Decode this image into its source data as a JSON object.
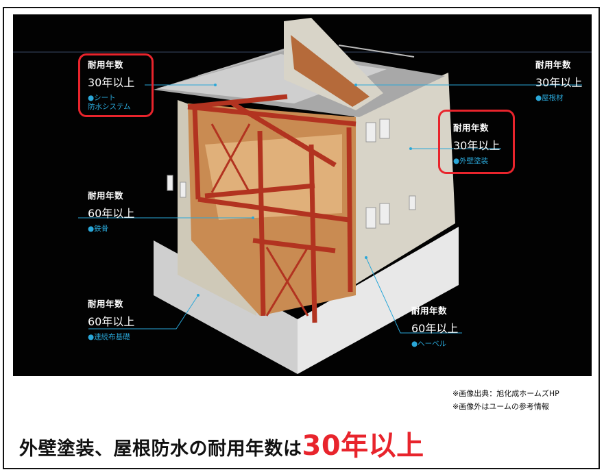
{
  "specs": {
    "sheet": {
      "key": "耐用年数",
      "value": "30年以上",
      "caption": "●シート\n防水システム"
    },
    "roof": {
      "key": "耐用年数",
      "value": "30年以上",
      "caption": "●屋根材"
    },
    "paint": {
      "key": "耐用年数",
      "value": "30年以上",
      "caption": "●外壁塗装"
    },
    "steel": {
      "key": "耐用年数",
      "value": "60年以上",
      "caption": "●鉄骨"
    },
    "foundation": {
      "key": "耐用年数",
      "value": "60年以上",
      "caption": "●連続布基礎"
    },
    "hebel": {
      "key": "耐用年数",
      "value": "60年以上",
      "caption": "●ヘーベル"
    }
  },
  "credits": {
    "line1": "※画像出典：旭化成ホームズHP",
    "line2": "※画像外はユームの参考情報"
  },
  "headline": {
    "prefix": "外壁塗装、屋根防水の耐用年数は",
    "highlight": "30年以上"
  },
  "colors": {
    "accent_red": "#e8242c",
    "caption_blue": "#2aa7d8"
  }
}
